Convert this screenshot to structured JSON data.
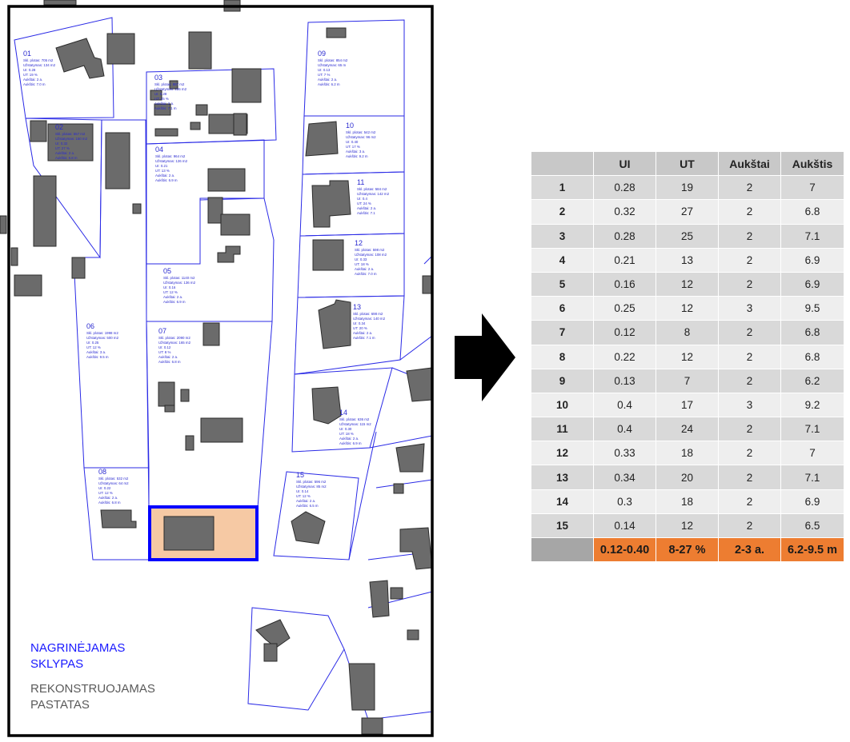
{
  "map": {
    "plots": [
      {
        "id": "01",
        "info": [
          "Skl. plotas: 705 m2",
          "Užstatymas: 134 m2",
          "UI: 0.28",
          "UT: 19 %",
          "Aukštai: 2 a.",
          "Aukštis: 7.0 m"
        ]
      },
      {
        "id": "02",
        "info": [
          "Skl. plotas: 557 m2",
          "Užstatymas: 150 m2",
          "UI: 0.32",
          "UT: 27 %",
          "Aukštai: 2 a.",
          "Aukštis: 6.8 m"
        ]
      },
      {
        "id": "03",
        "info": [
          "Skl. plotas: 887 m2",
          "Užstatymas: 226 m2",
          "UI: 0.28",
          "UT: 25 %",
          "Aukštai: 2 a.",
          "Aukštis: 7.1 m"
        ]
      },
      {
        "id": "04",
        "info": [
          "Skl. plotas: 964 m2",
          "Užstatymas: 126 m2",
          "UI: 0.21",
          "UT: 13 %",
          "Aukštai: 2 a.",
          "Aukštis: 6.9 m"
        ]
      },
      {
        "id": "05",
        "info": [
          "Skl. plotas: 1140 m2",
          "Užstatymas: 136 m2",
          "UI: 0.16",
          "UT: 12 %",
          "Aukštai: 2 a.",
          "Aukštis: 6.9 m"
        ]
      },
      {
        "id": "06",
        "info": [
          "Skl. plotas: 1998 m2",
          "Užstatymas: 500 m2",
          "UI: 0.25",
          "UT: 12 %",
          "Aukštai: 3 a.",
          "Aukštis: 9.5 m"
        ]
      },
      {
        "id": "07",
        "info": [
          "Skl. plotas: 2090 m2",
          "Užstatymas: 165 m2",
          "UI: 0.12",
          "UT: 8 %",
          "Aukštai: 2 a.",
          "Aukštis: 6.8 m"
        ]
      },
      {
        "id": "08",
        "info": [
          "Skl. plotas: 532 m2",
          "Užstatymas: 64 m2",
          "UI: 0.22",
          "UT: 12 %",
          "Aukštai: 2 a.",
          "Aukštis: 6.8 m"
        ]
      },
      {
        "id": "09",
        "info": [
          "Skl. plotas: 854 m2",
          "Užstatymas: 65 m",
          "UI: 0.13",
          "UT: 7 %",
          "Aukštai: 2 a.",
          "Aukštis: 6.2 m"
        ]
      },
      {
        "id": "10",
        "info": [
          "Skl. plotas: 542 m2",
          "Užstatymas: 96 m2",
          "UI: 0.40",
          "UT: 17 %",
          "Aukštai: 3 a.",
          "Aukštis: 9.2 m"
        ]
      },
      {
        "id": "11",
        "info": [
          "Skl. plotas: 584 m2",
          "Užstatymas: 142 m2",
          "UI: 0.4",
          "UT: 24 %",
          "Aukštai: 2 a.",
          "Aukštis: 7.1"
        ]
      },
      {
        "id": "12",
        "info": [
          "Skl. plotas: 598 m2",
          "Užstatymas: 108 m2",
          "UI: 0.33",
          "UT: 18 %",
          "Aukštai: 2 a.",
          "Aukštis: 7.0 m"
        ]
      },
      {
        "id": "13",
        "info": [
          "Skl. plotas: 698 m2",
          "Užstatymas: 140 m2",
          "UI: 0.34",
          "UT: 20 %",
          "Aukštai: 2 a.",
          "Aukštis: 7.1 m"
        ]
      },
      {
        "id": "14",
        "info": [
          "Skl. plotas: 636 m2",
          "Užstatymas: 115 m2",
          "UI: 0.30",
          "UT: 18 %",
          "Aukštai: 2 a.",
          "Aukštis: 6.9 m"
        ]
      },
      {
        "id": "15",
        "info": [
          "Skl. plotas: 596 m2",
          "Užstatymas: 85 m2",
          "UI: 0.14",
          "UT: 12 %",
          "Aukštai: 2 a.",
          "Aukštis: 6.5 m"
        ]
      }
    ],
    "legend": {
      "plot_line1": "NAGRINĖJAMAS",
      "plot_line2": "SKLYPAS",
      "building_line1": "REKONSTRUOJAMAS",
      "building_line2": "PASTATAS"
    },
    "colors": {
      "plot_border": "#2a2ae6",
      "highlight_fill": "#f6c9a4",
      "highlight_border": "#0000ff",
      "building": "#6b6b6b"
    }
  },
  "table": {
    "headers": [
      "",
      "UI",
      "UT",
      "Aukštai",
      "Aukštis"
    ],
    "rows": [
      [
        "1",
        "0.28",
        "19",
        "2",
        "7"
      ],
      [
        "2",
        "0.32",
        "27",
        "2",
        "6.8"
      ],
      [
        "3",
        "0.28",
        "25",
        "2",
        "7.1"
      ],
      [
        "4",
        "0.21",
        "13",
        "2",
        "6.9"
      ],
      [
        "5",
        "0.16",
        "12",
        "2",
        "6.9"
      ],
      [
        "6",
        "0.25",
        "12",
        "3",
        "9.5"
      ],
      [
        "7",
        "0.12",
        "8",
        "2",
        "6.8"
      ],
      [
        "8",
        "0.22",
        "12",
        "2",
        "6.8"
      ],
      [
        "9",
        "0.13",
        "7",
        "2",
        "6.2"
      ],
      [
        "10",
        "0.4",
        "17",
        "3",
        "9.2"
      ],
      [
        "11",
        "0.4",
        "24",
        "2",
        "7.1"
      ],
      [
        "12",
        "0.33",
        "18",
        "2",
        "7"
      ],
      [
        "13",
        "0.34",
        "20",
        "2",
        "7.1"
      ],
      [
        "14",
        "0.3",
        "18",
        "2",
        "6.9"
      ],
      [
        "15",
        "0.14",
        "12",
        "2",
        "6.5"
      ]
    ],
    "summary": [
      "",
      "0.12-0.40",
      "8-27 %",
      "2-3 a.",
      "6.2-9.5 m"
    ],
    "colors": {
      "header": "#c8c8c8",
      "row_dark": "#d9d9d9",
      "row_light": "#eeeeee",
      "summary": "#ed7d31"
    }
  }
}
